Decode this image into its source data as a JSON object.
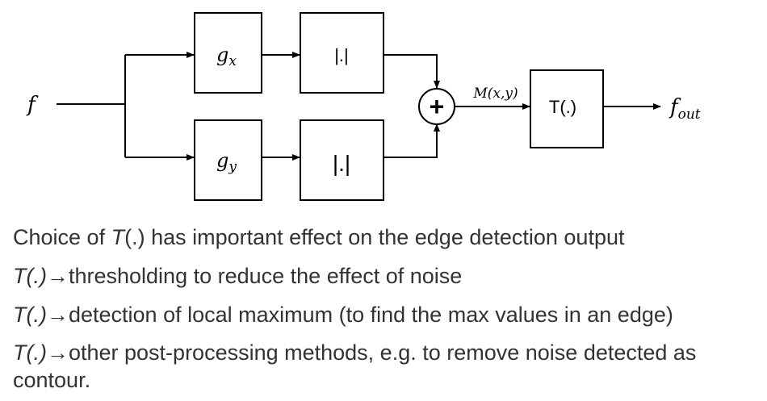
{
  "diagram": {
    "input_label": "f",
    "gx_label_base": "g",
    "gx_label_sub": "x",
    "gy_label_base": "g",
    "gy_label_sub": "y",
    "abs_label_top": "|.|",
    "abs_label_bottom": "|.|",
    "sum_symbol": "+",
    "magnitude_label": "M(x,y)",
    "threshold_label": "T(.)",
    "output_base": "f",
    "output_sub": "out"
  },
  "notes": [
    {
      "prefix": "Choice of ",
      "t": "T",
      "rest": "(.) has important effect on the edge detection output"
    },
    {
      "t": "T",
      "mid": "(.)",
      "arrow": "→",
      "rest": "thresholding to reduce the effect of noise"
    },
    {
      "t": "T",
      "mid": "(.)",
      "arrow": "→",
      "rest": "detection of local maximum (to find the max values in an edge)"
    },
    {
      "t": "T",
      "mid": "(.)",
      "arrow": "→",
      "rest": "other post-processing methods, e.g. to remove noise detected as contour."
    }
  ]
}
